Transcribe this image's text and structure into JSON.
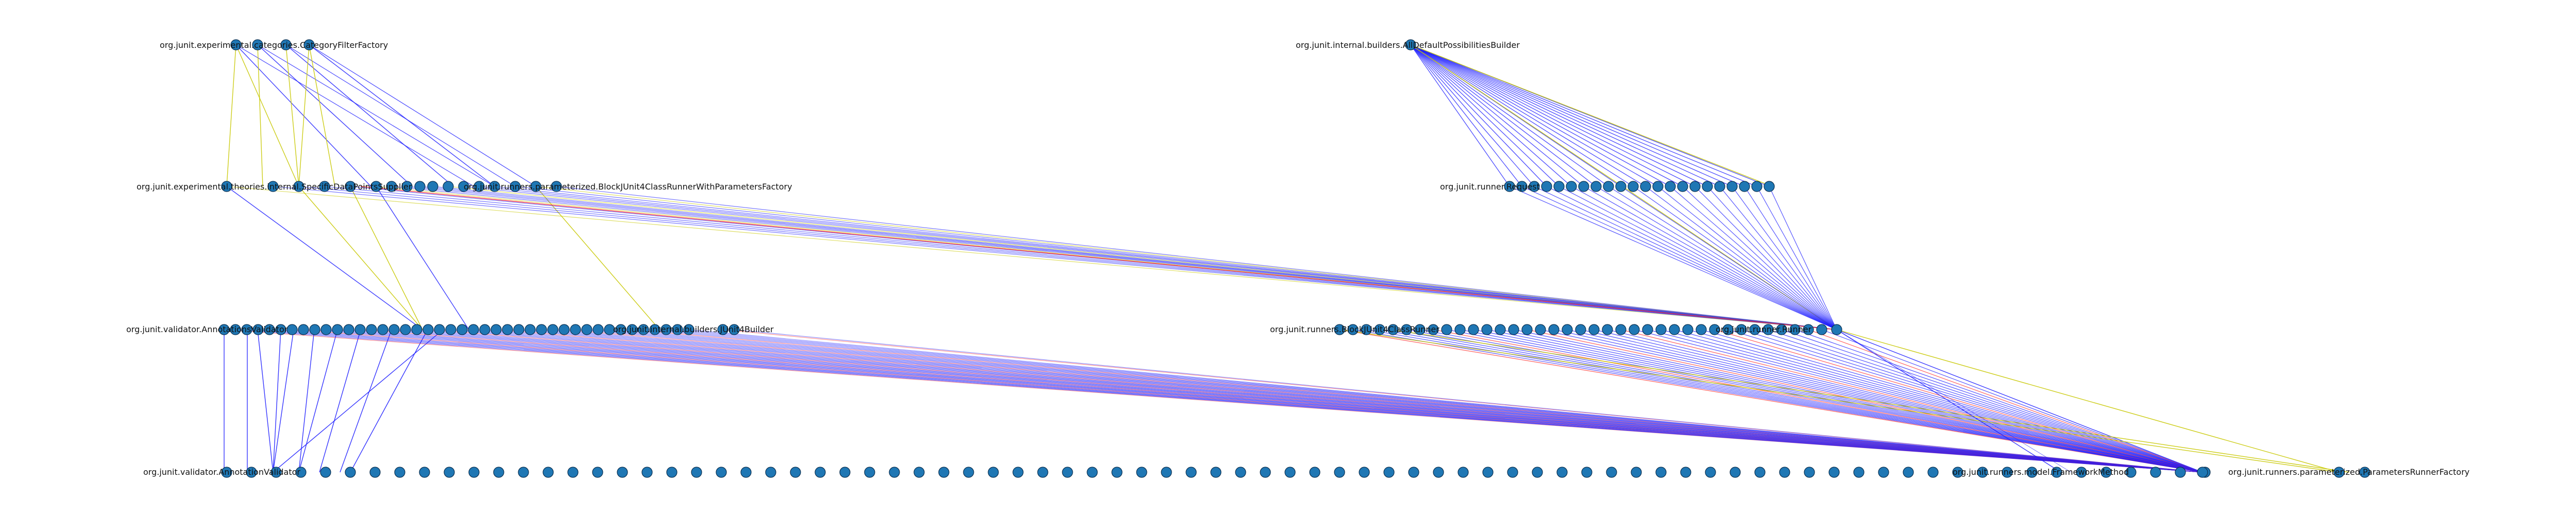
{
  "diagram": {
    "colors": {
      "node_fill": "#1f77b4",
      "node_stroke": "#0b2f4f",
      "edge_blue": "#1f1fff",
      "edge_yellow": "#c8c800",
      "edge_red": "#ff2b2b",
      "background": "#ffffff"
    },
    "labels": {
      "top_left_cluster": "org.junit.experimental.categories.CategoryFilterFactory",
      "top_right_node": "org.junit.internal.builders.AllDefaultPossibilitiesBuilder",
      "row2_left_cluster": "org.junit.experimental.theories.internal.SpecificDataPointsSupplier",
      "row2_left_cluster_end": "org.junit.runners.parameterized.BlockJUnit4ClassRunnerWithParametersFactory",
      "row2_right_cluster": "org.junit.runner.Request",
      "row3_left_cluster": "org.junit.validator.AnnotationsValidator",
      "row3_left_cluster_end": "org.junit.internal.builders.JUnit4Builder",
      "row3_right_cluster": "org.junit.runners.BlockJUnit4ClassRunner",
      "row3_runner": "org.junit.runner.Runner",
      "row4_left_cluster": "org.junit.validator.AnnotationValidator",
      "row4_right_end": "org.junit.runners.model.FrameworkMethod",
      "row4_far_right": "org.junit.runners.parameterized.ParametersRunnerFactory"
    }
  }
}
